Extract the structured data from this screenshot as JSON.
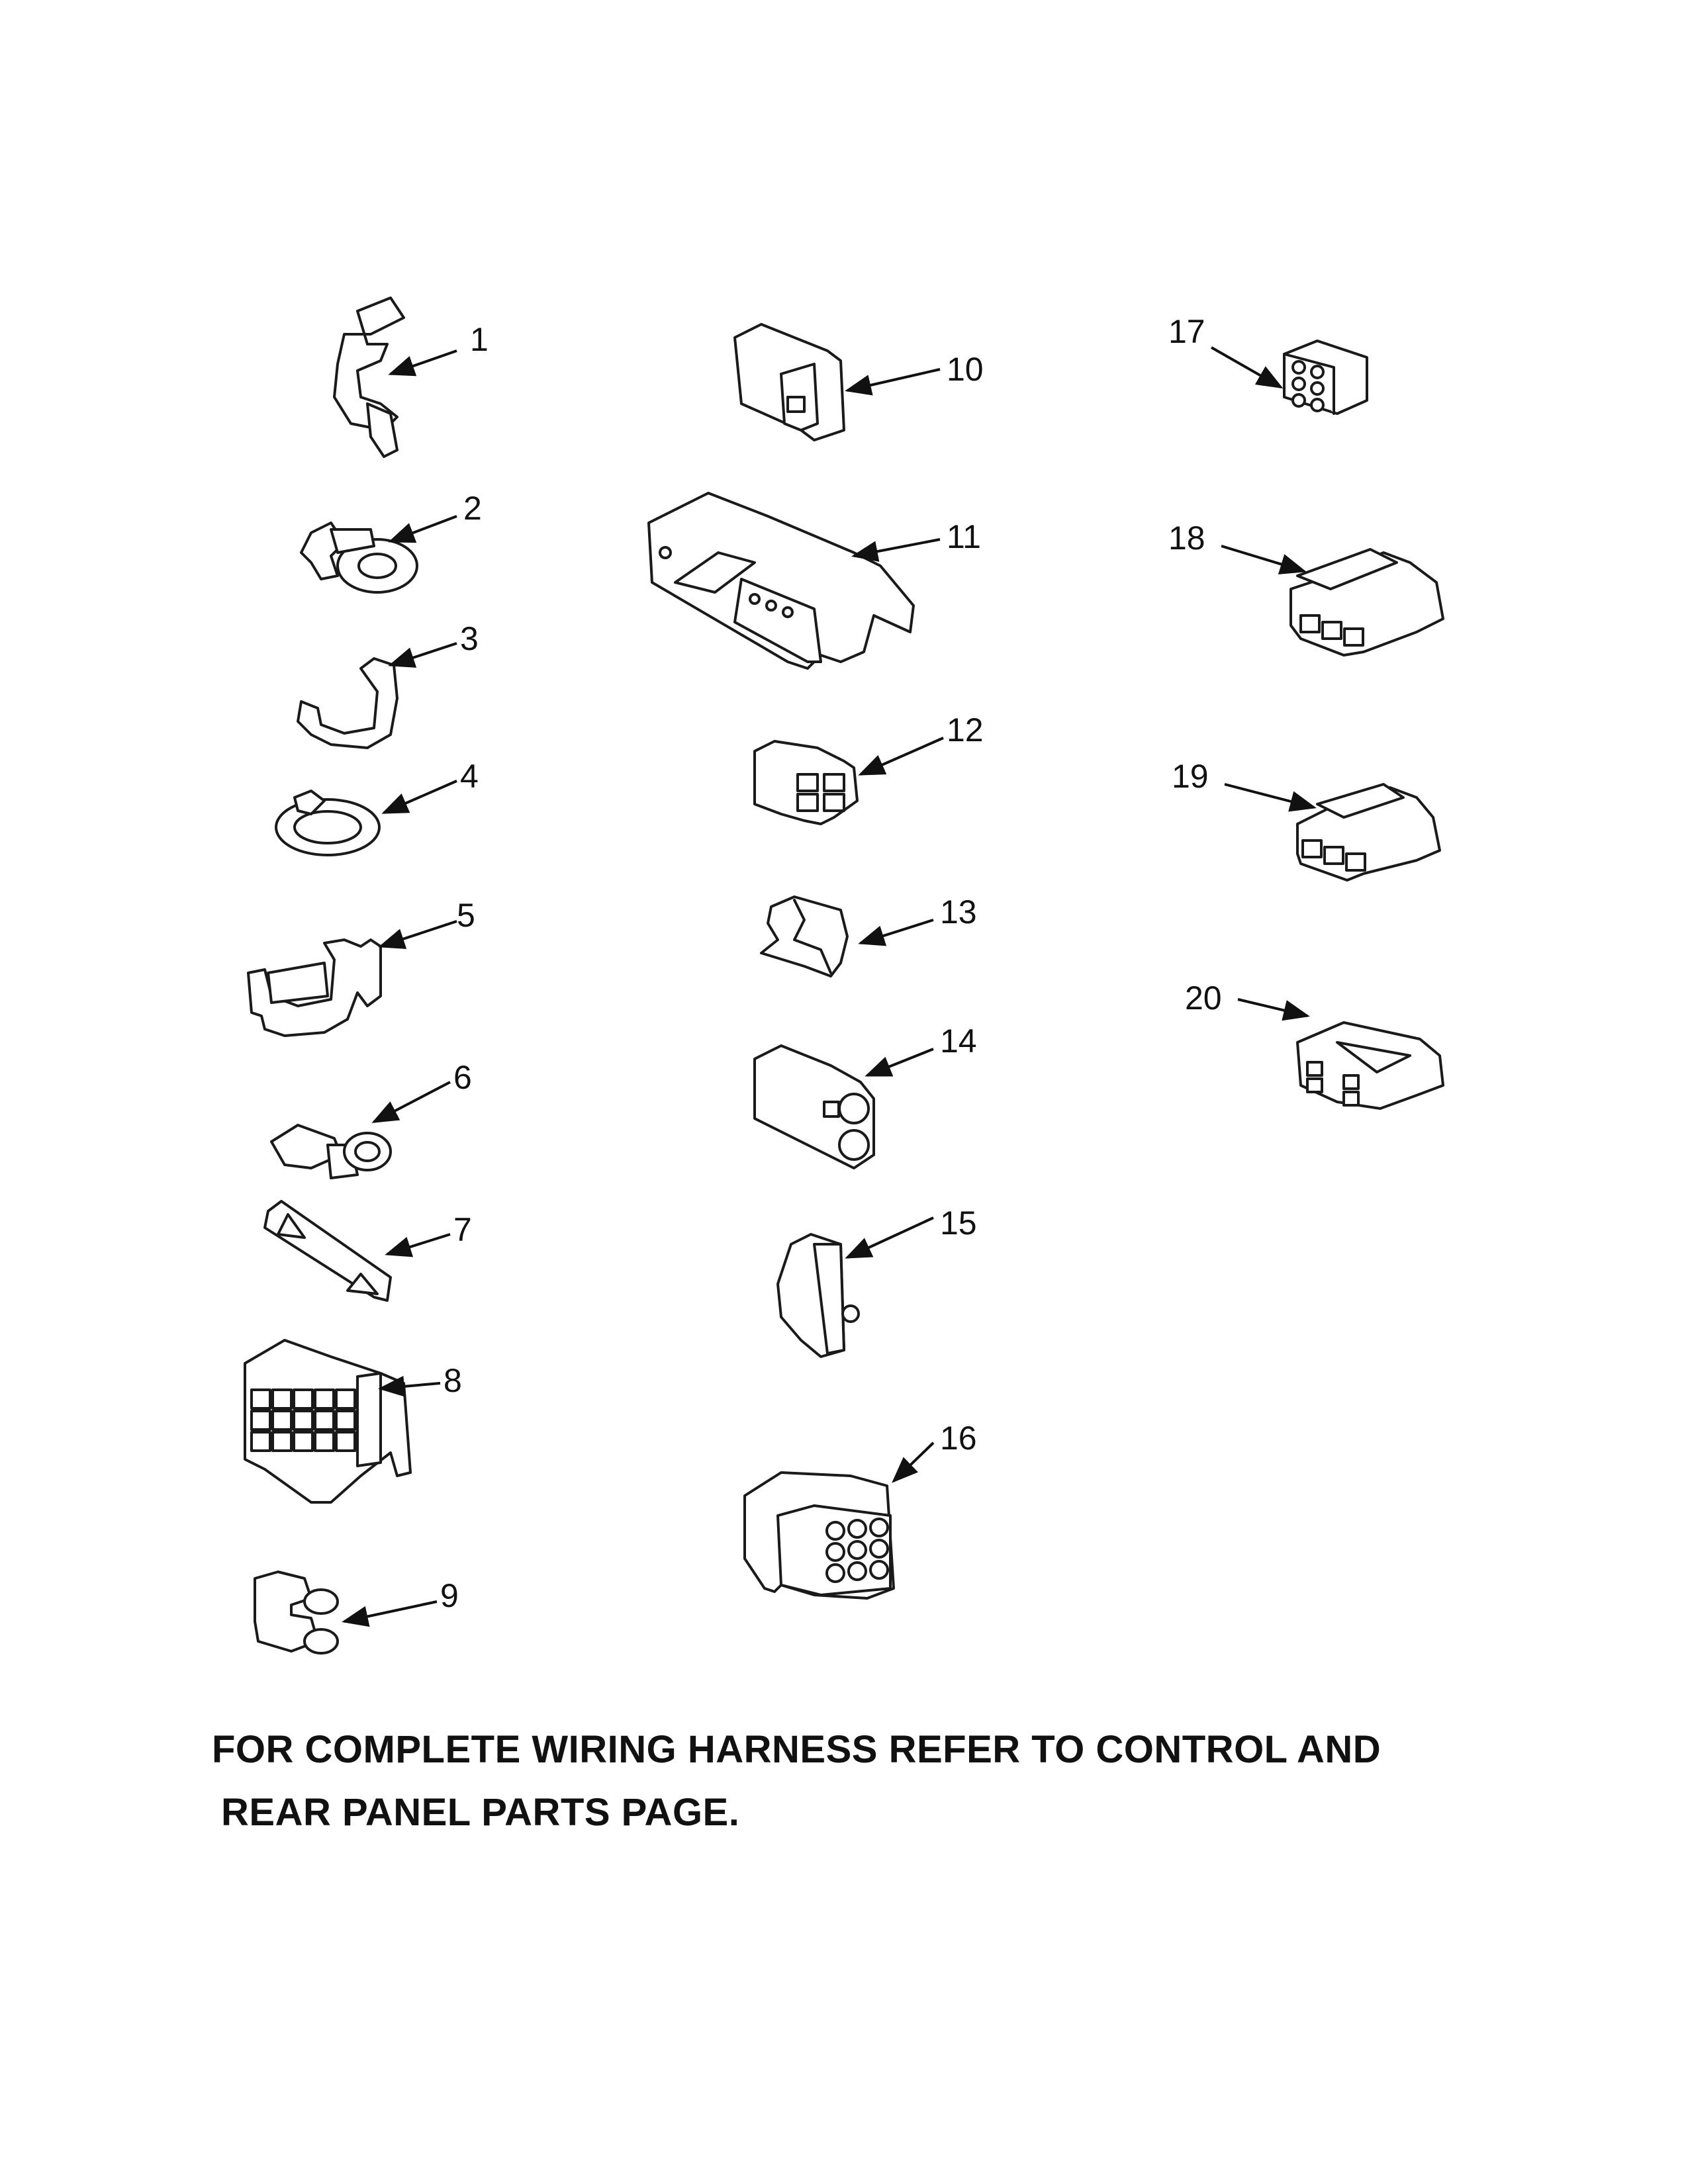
{
  "parts": [
    {
      "number": "1",
      "icon": "wire-clip-icon"
    },
    {
      "number": "2",
      "icon": "push-in-clip-icon"
    },
    {
      "number": "3",
      "icon": "strap-clip-icon"
    },
    {
      "number": "4",
      "icon": "ring-clip-icon"
    },
    {
      "number": "5",
      "icon": "wire-holder-icon"
    },
    {
      "number": "6",
      "icon": "push-rivet-icon"
    },
    {
      "number": "7",
      "icon": "retainer-bar-icon"
    },
    {
      "number": "8",
      "icon": "multi-pin-connector-icon"
    },
    {
      "number": "9",
      "icon": "bullet-connector-icon"
    },
    {
      "number": "10",
      "icon": "plug-housing-icon"
    },
    {
      "number": "11",
      "icon": "terminal-block-icon"
    },
    {
      "number": "12",
      "icon": "latch-connector-icon"
    },
    {
      "number": "13",
      "icon": "sleeve-icon"
    },
    {
      "number": "14",
      "icon": "two-pin-housing-icon"
    },
    {
      "number": "15",
      "icon": "mounting-clip-icon"
    },
    {
      "number": "16",
      "icon": "nine-pin-connector-icon"
    },
    {
      "number": "17",
      "icon": "six-pin-housing-icon"
    },
    {
      "number": "18",
      "icon": "four-way-connector-icon"
    },
    {
      "number": "19",
      "icon": "three-way-connector-icon"
    },
    {
      "number": "20",
      "icon": "receptacle-icon"
    }
  ],
  "footer": {
    "line1": "FOR COMPLETE WIRING HARNESS REFER TO CONTROL AND",
    "line2": "REAR PANEL PARTS PAGE."
  }
}
